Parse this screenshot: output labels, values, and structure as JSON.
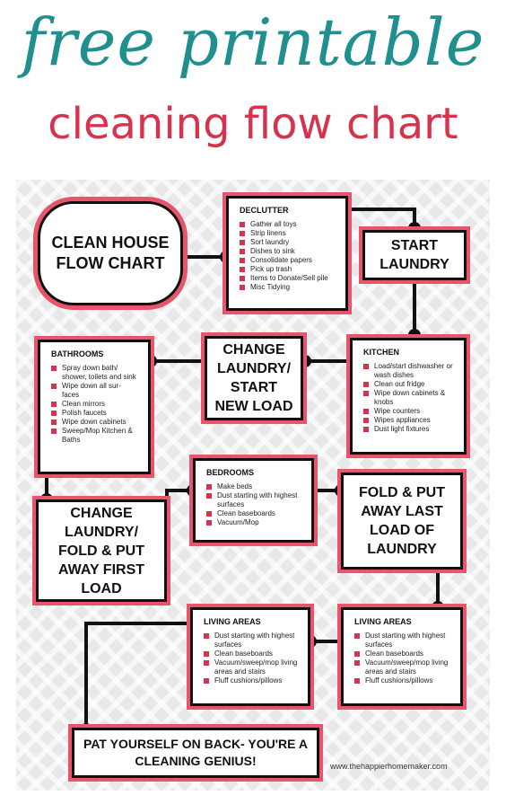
{
  "header": {
    "line1": "free printable",
    "line2": "cleaning flow chart"
  },
  "boxes": {
    "start": "CLEAN HOUSE FLOW CHART",
    "start_laundry": "START LAUNDRY",
    "change_load": "CHANGE LAUNDRY/ START NEW LOAD",
    "change_fold_first": "CHANGE LAUNDRY/ FOLD & PUT AWAY FIRST LOAD",
    "fold_last": "FOLD & PUT AWAY LAST LOAD OF LAUNDRY",
    "finish": "PAT YOURSELF ON BACK- YOU'RE A CLEANING GENIUS!"
  },
  "lists": {
    "declutter": {
      "title": "DECLUTTER",
      "items": [
        "Gather all toys",
        "Strip linens",
        "Sort laundry",
        "Dishes to sink",
        "Consolidate papers",
        "Pick up trash",
        "Items to Donate/Sell pile",
        "Misc Tidying"
      ]
    },
    "bathrooms": {
      "title": "BATHROOMS",
      "items": [
        "Spray down bath/ shower, toilets and sink",
        "Wipe down all sur- faces",
        "Clean mirrors",
        "Polish faucets",
        "Wipe down cabinets",
        "Sweep/Mop Kitchen & Baths"
      ]
    },
    "kitchen": {
      "title": "KITCHEN",
      "items": [
        "Load/start dishwasher or wash dishes",
        "Clean out fridge",
        "Wipe down cabinets & knobs",
        "Wipe counters",
        "Wipes appliances",
        "Dust light fixtures"
      ]
    },
    "bedrooms": {
      "title": "BEDROOMS",
      "items": [
        "Make beds",
        "Dust starting with highest surfaces",
        "Clean baseboards",
        "Vacuum/Mop"
      ]
    },
    "living1": {
      "title": "LIVING AREAS",
      "items": [
        "Dust starting with highest surfaces",
        "Clean baseboards",
        "Vacuum/sweep/mop living areas and stairs",
        "Fluff cushions/pillows"
      ]
    },
    "living2": {
      "title": "LIVING AREAS",
      "items": [
        "Dust starting with highest surfaces",
        "Clean baseboards",
        "Vacuum/sweep/mop living areas and stairs",
        "Fluff cushions/pillows"
      ]
    }
  },
  "footer": "www.thehappierhomemaker.com",
  "colors": {
    "teal": "#1f8f8f",
    "pink": "#d7334f",
    "border": "#e8546b"
  }
}
